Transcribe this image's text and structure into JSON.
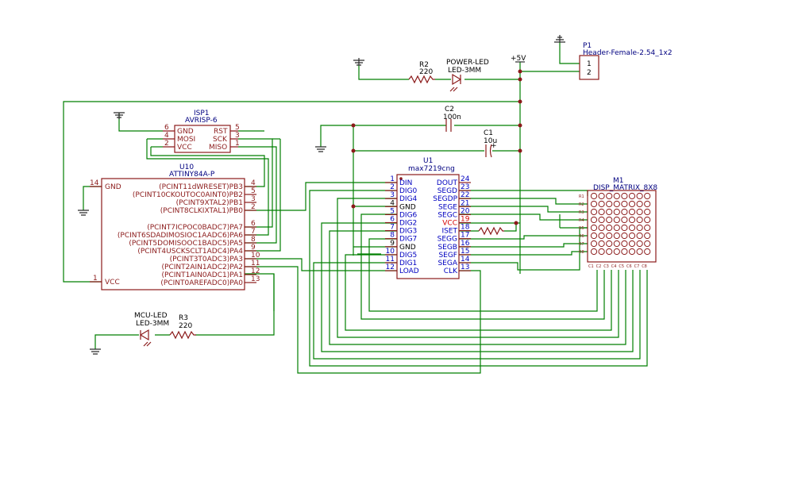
{
  "header_p1": {
    "ref": "P1",
    "value": "Header-Female-2.54_1x2",
    "pins": [
      "1",
      "2"
    ]
  },
  "power": {
    "label": "+5V"
  },
  "r2": {
    "ref": "R2",
    "value": "220"
  },
  "power_led": {
    "ref": "POWER-LED",
    "value": "LED-3MM"
  },
  "c2": {
    "ref": "C2",
    "value": "100n"
  },
  "c1": {
    "ref": "C1",
    "value": "10u",
    "plus": "+"
  },
  "isp1": {
    "ref": "ISP1",
    "value": "AVRISP-6",
    "left_pins": [
      {
        "num": "6",
        "name": "GND"
      },
      {
        "num": "4",
        "name": "MOSI"
      },
      {
        "num": "2",
        "name": "VCC"
      }
    ],
    "right_pins": [
      {
        "num": "5",
        "name": "RST"
      },
      {
        "num": "3",
        "name": "SCK"
      },
      {
        "num": "1",
        "name": "MISO"
      }
    ]
  },
  "u10": {
    "ref": "U10",
    "value": "ATTINY84A-P",
    "left_pins": [
      {
        "num": "14",
        "name": "GND"
      },
      {
        "num": "1",
        "name": "VCC"
      }
    ],
    "right_pins": [
      {
        "num": "4",
        "name": "(PCINT11dWRESET)PB3"
      },
      {
        "num": "5",
        "name": "(PCINT10CKOUTOC0AINT0)PB2"
      },
      {
        "num": "3",
        "name": "(PCINT9XTAL2)PB1"
      },
      {
        "num": "2",
        "name": "(PCINT8CLKIXTAL1)PB0"
      },
      {
        "num": "6",
        "name": "(PCINT7ICPOC0BADC7)PA7"
      },
      {
        "num": "7",
        "name": "(PCINT6SDADIMOSIOC1AADC6)PA6"
      },
      {
        "num": "8",
        "name": "(PCINT5DOMISOOC1BADC5)PA5"
      },
      {
        "num": "9",
        "name": "(PCINT4USCKSCLT1ADC4)PA4"
      },
      {
        "num": "10",
        "name": "(PCINT3T0ADC3)PA3"
      },
      {
        "num": "11",
        "name": "(PCINT2AIN1ADC2)PA2"
      },
      {
        "num": "12",
        "name": "(PCINT1AIN0ADC1)PA1"
      },
      {
        "num": "13",
        "name": "(PCINT0AREFADC0)PA0"
      }
    ]
  },
  "u1": {
    "ref": "U1",
    "value": "max7219cng",
    "left_pins": [
      {
        "num": "1",
        "name": "DIN"
      },
      {
        "num": "2",
        "name": "DIG0"
      },
      {
        "num": "3",
        "name": "DIG4"
      },
      {
        "num": "4",
        "name": "GND"
      },
      {
        "num": "5",
        "name": "DIG6"
      },
      {
        "num": "6",
        "name": "DIG2"
      },
      {
        "num": "7",
        "name": "DIG3"
      },
      {
        "num": "8",
        "name": "DIG7"
      },
      {
        "num": "9",
        "name": "GND"
      },
      {
        "num": "10",
        "name": "DIG5"
      },
      {
        "num": "11",
        "name": "DIG1"
      },
      {
        "num": "12",
        "name": "LOAD"
      }
    ],
    "right_pins": [
      {
        "num": "24",
        "name": "DOUT"
      },
      {
        "num": "23",
        "name": "SEGD"
      },
      {
        "num": "22",
        "name": "SEGDP"
      },
      {
        "num": "21",
        "name": "SEGE"
      },
      {
        "num": "20",
        "name": "SEGC"
      },
      {
        "num": "19",
        "name": "VCC"
      },
      {
        "num": "18",
        "name": "ISET"
      },
      {
        "num": "17",
        "name": "SEGG"
      },
      {
        "num": "16",
        "name": "SEGB"
      },
      {
        "num": "15",
        "name": "SEGF"
      },
      {
        "num": "14",
        "name": "SEGA"
      },
      {
        "num": "13",
        "name": "CLK"
      }
    ]
  },
  "m1": {
    "ref": "M1",
    "value": "DISP_MATRIX_8X8",
    "rows": [
      "R1",
      "R2",
      "R3",
      "R4",
      "R5",
      "R6",
      "R7",
      "R8"
    ],
    "cols": [
      "C1",
      "C2",
      "C3",
      "C4",
      "C5",
      "C6",
      "C7",
      "C8"
    ]
  },
  "mcu_led": {
    "ref": "MCU-LED",
    "value": "LED-3MM"
  },
  "r3": {
    "ref": "R3",
    "value": "220"
  },
  "colors": {
    "wire": "#007f00",
    "part": "#8b1a1a",
    "reference": "#000080",
    "max7219_pins": "#0000c0",
    "vcc_pin": "#d40000"
  }
}
